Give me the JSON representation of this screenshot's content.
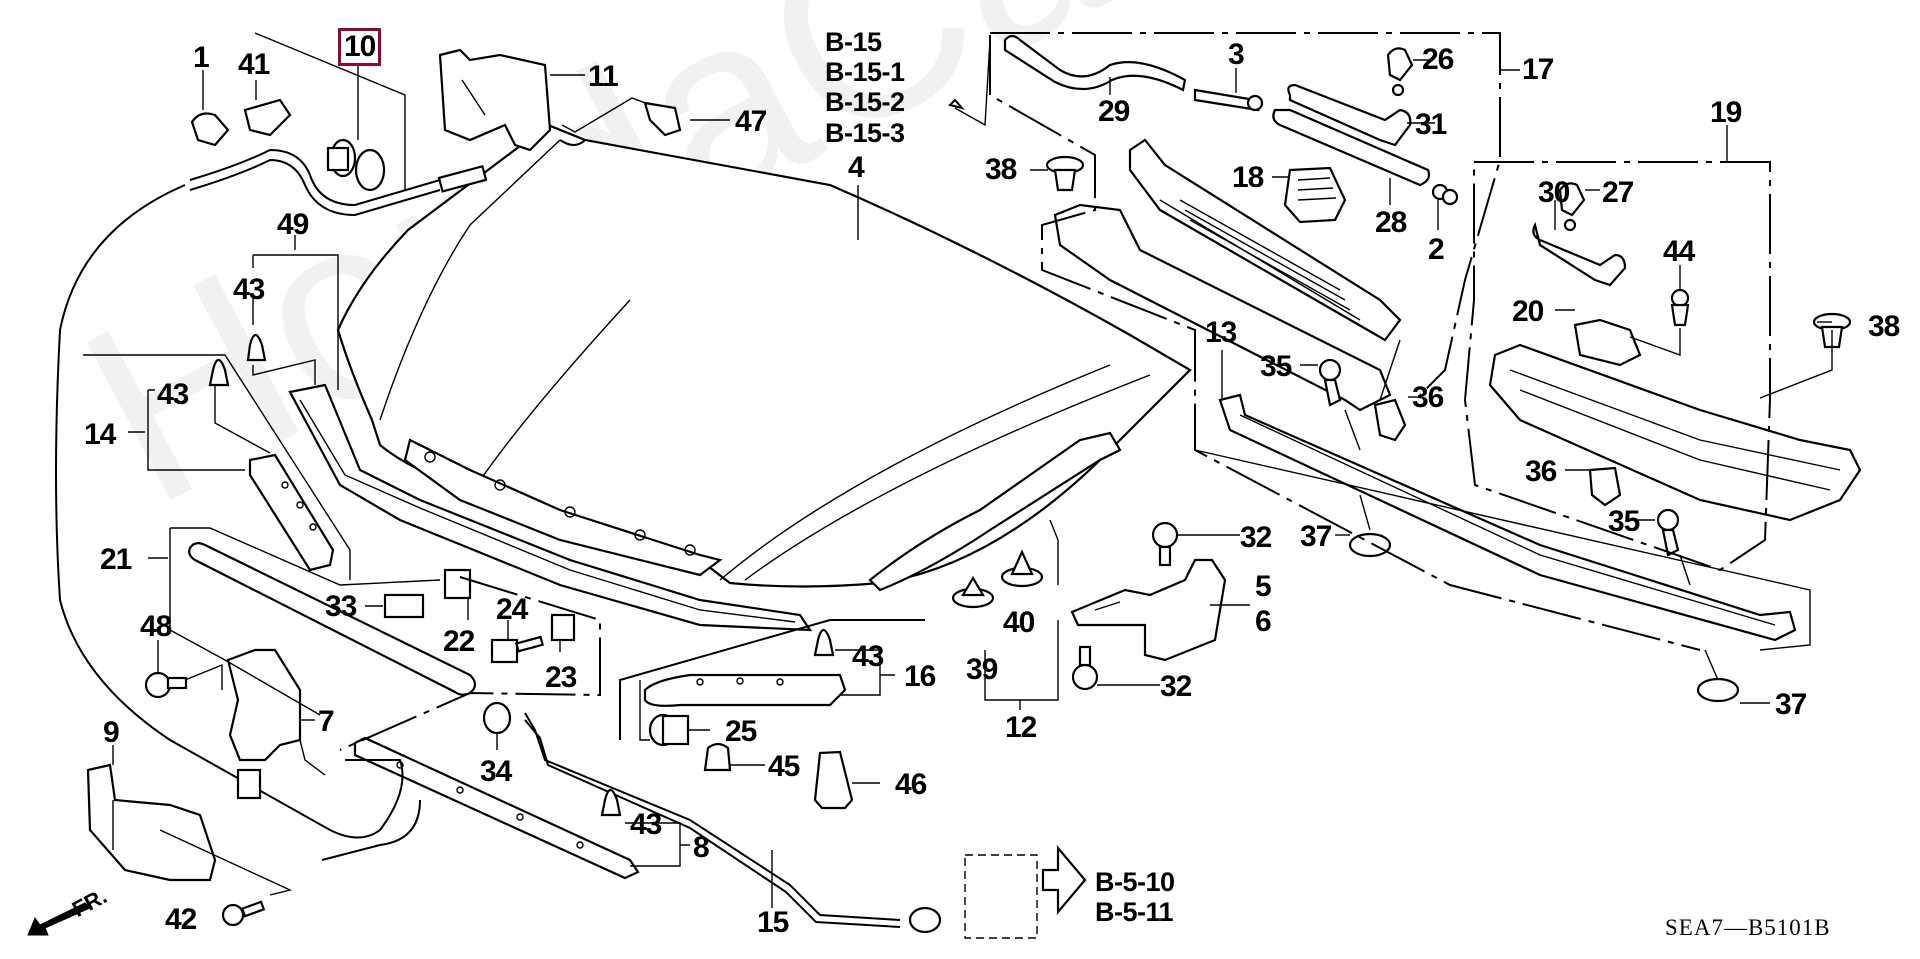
{
  "diagram": {
    "title": "Hood / Hood Latch / Cowl Top assembly",
    "drawing_code": "SEA7—B5101B",
    "direction_label": "FR.",
    "watermark": "HondaCarMine.ru",
    "selected_part": "10",
    "references": {
      "top": [
        "B-15",
        "B-15-1",
        "B-15-2",
        "B-15-3"
      ],
      "bottom": [
        "B-5-10",
        "B-5-11"
      ]
    },
    "callouts": [
      {
        "id": "c1",
        "label": "1"
      },
      {
        "id": "c41",
        "label": "41"
      },
      {
        "id": "c10",
        "label": "10"
      },
      {
        "id": "c11",
        "label": "11"
      },
      {
        "id": "c47",
        "label": "47"
      },
      {
        "id": "c49",
        "label": "49"
      },
      {
        "id": "c43a",
        "label": "43"
      },
      {
        "id": "c43b",
        "label": "43"
      },
      {
        "id": "c14",
        "label": "14"
      },
      {
        "id": "c21",
        "label": "21"
      },
      {
        "id": "c33",
        "label": "33"
      },
      {
        "id": "c22",
        "label": "22"
      },
      {
        "id": "c24",
        "label": "24"
      },
      {
        "id": "c23",
        "label": "23"
      },
      {
        "id": "c48",
        "label": "48"
      },
      {
        "id": "c7",
        "label": "7"
      },
      {
        "id": "c34",
        "label": "34"
      },
      {
        "id": "c9",
        "label": "9"
      },
      {
        "id": "c42",
        "label": "42"
      },
      {
        "id": "c43c",
        "label": "43"
      },
      {
        "id": "c8",
        "label": "8"
      },
      {
        "id": "c15",
        "label": "15"
      },
      {
        "id": "c43d",
        "label": "43"
      },
      {
        "id": "c16",
        "label": "16"
      },
      {
        "id": "c25",
        "label": "25"
      },
      {
        "id": "c45",
        "label": "45"
      },
      {
        "id": "c46",
        "label": "46"
      },
      {
        "id": "c4",
        "label": "4"
      },
      {
        "id": "c29",
        "label": "29"
      },
      {
        "id": "c3",
        "label": "3"
      },
      {
        "id": "c26",
        "label": "26"
      },
      {
        "id": "c17",
        "label": "17"
      },
      {
        "id": "c31",
        "label": "31"
      },
      {
        "id": "c38a",
        "label": "38"
      },
      {
        "id": "c18",
        "label": "18"
      },
      {
        "id": "c28",
        "label": "28"
      },
      {
        "id": "c2",
        "label": "2"
      },
      {
        "id": "c19",
        "label": "19"
      },
      {
        "id": "c30",
        "label": "30"
      },
      {
        "id": "c27",
        "label": "27"
      },
      {
        "id": "c44",
        "label": "44"
      },
      {
        "id": "c20",
        "label": "20"
      },
      {
        "id": "c38b",
        "label": "38"
      },
      {
        "id": "c13",
        "label": "13"
      },
      {
        "id": "c35a",
        "label": "35"
      },
      {
        "id": "c36a",
        "label": "36"
      },
      {
        "id": "c36b",
        "label": "36"
      },
      {
        "id": "c35b",
        "label": "35"
      },
      {
        "id": "c37a",
        "label": "37"
      },
      {
        "id": "c37b",
        "label": "37"
      },
      {
        "id": "c32a",
        "label": "32"
      },
      {
        "id": "c5",
        "label": "5"
      },
      {
        "id": "c6",
        "label": "6"
      },
      {
        "id": "c32b",
        "label": "32"
      },
      {
        "id": "c40",
        "label": "40"
      },
      {
        "id": "c39",
        "label": "39"
      },
      {
        "id": "c12",
        "label": "12"
      }
    ]
  }
}
